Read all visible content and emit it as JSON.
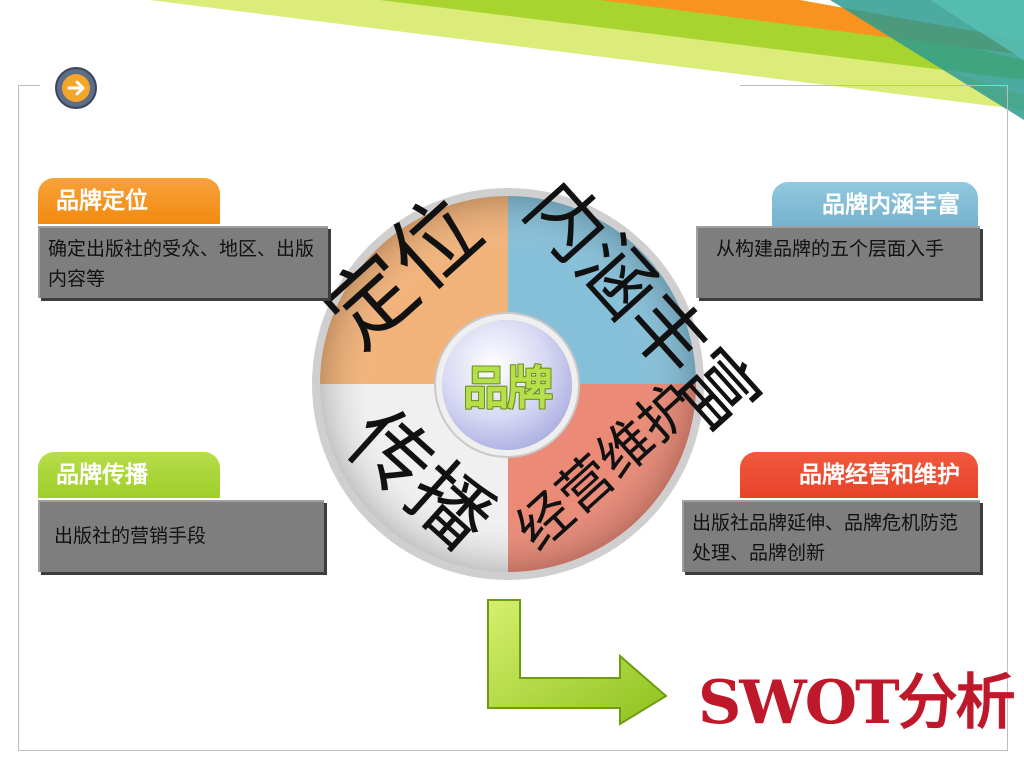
{
  "colors": {
    "orange": "#f28a10",
    "blue": "#7fbad3",
    "green": "#9fcf2a",
    "red": "#e8432a",
    "card_gray": "#7e7e7e"
  },
  "icons": {
    "nav": "arrow-right-icon"
  },
  "center": {
    "label": "品牌"
  },
  "ring": {
    "positioning": "定位",
    "connotation": "内涵丰富",
    "communication": "传播",
    "operation": "经营维护"
  },
  "cards": {
    "positioning": {
      "title": "品牌定位",
      "body": "确定出版社的受众、地区、出版内容等"
    },
    "connotation": {
      "title": "品牌内涵丰富",
      "body": "从构建品牌的五个层面入手"
    },
    "communication": {
      "title": "品牌传播",
      "body": "出版社的营销手段"
    },
    "operation": {
      "title": "品牌经营和维护",
      "body": "出版社品牌延伸、品牌危机防范处理、品牌创新"
    }
  },
  "conclusion": {
    "label": "SWOT分析"
  }
}
